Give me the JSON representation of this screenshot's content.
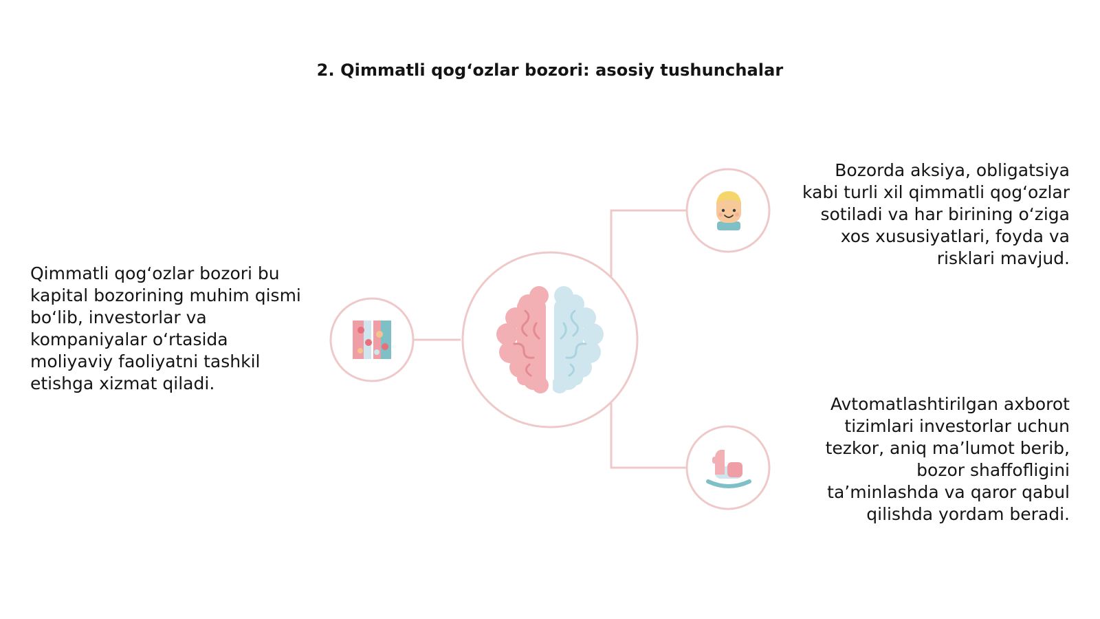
{
  "title": "2. Qimmatli qog‘ozlar bozori: asosiy tushunchalar",
  "center": {
    "icon": "brain-icon"
  },
  "nodes": [
    {
      "id": "left",
      "icon": "puzzle-blocks-icon",
      "text": "Qimmatli qog‘ozlar bozori bu kapital bozorining muhim qismi bo‘lib, investorlar va kompaniyalar o‘rtasida moliyaviy faoliyatni tashkil etishga xizmat qiladi."
    },
    {
      "id": "top-right",
      "icon": "child-face-icon",
      "text": "Bozorda aksiya, obligatsiya kabi turli xil qimmatli qog‘ozlar sotiladi va har birining o‘ziga xos xususiyatlari, foyda va risklari mavjud."
    },
    {
      "id": "bottom-right",
      "icon": "rocking-horse-icon",
      "text": "Avtomatlashtirilgan axborot tizimlari investorlar uchun tezkor, aniq ma’lumot berib, bozor shaffofligini ta’minlashda va qaror qabul qilishda yordam beradi."
    }
  ],
  "colors": {
    "ring": "#efc9c9",
    "connector": "#efc9c9",
    "pink": "#ee9ea4",
    "light_blue": "#cfe6ee",
    "teal": "#7fbfc6",
    "skin": "#f6c89a",
    "hair": "#f5d66b"
  }
}
